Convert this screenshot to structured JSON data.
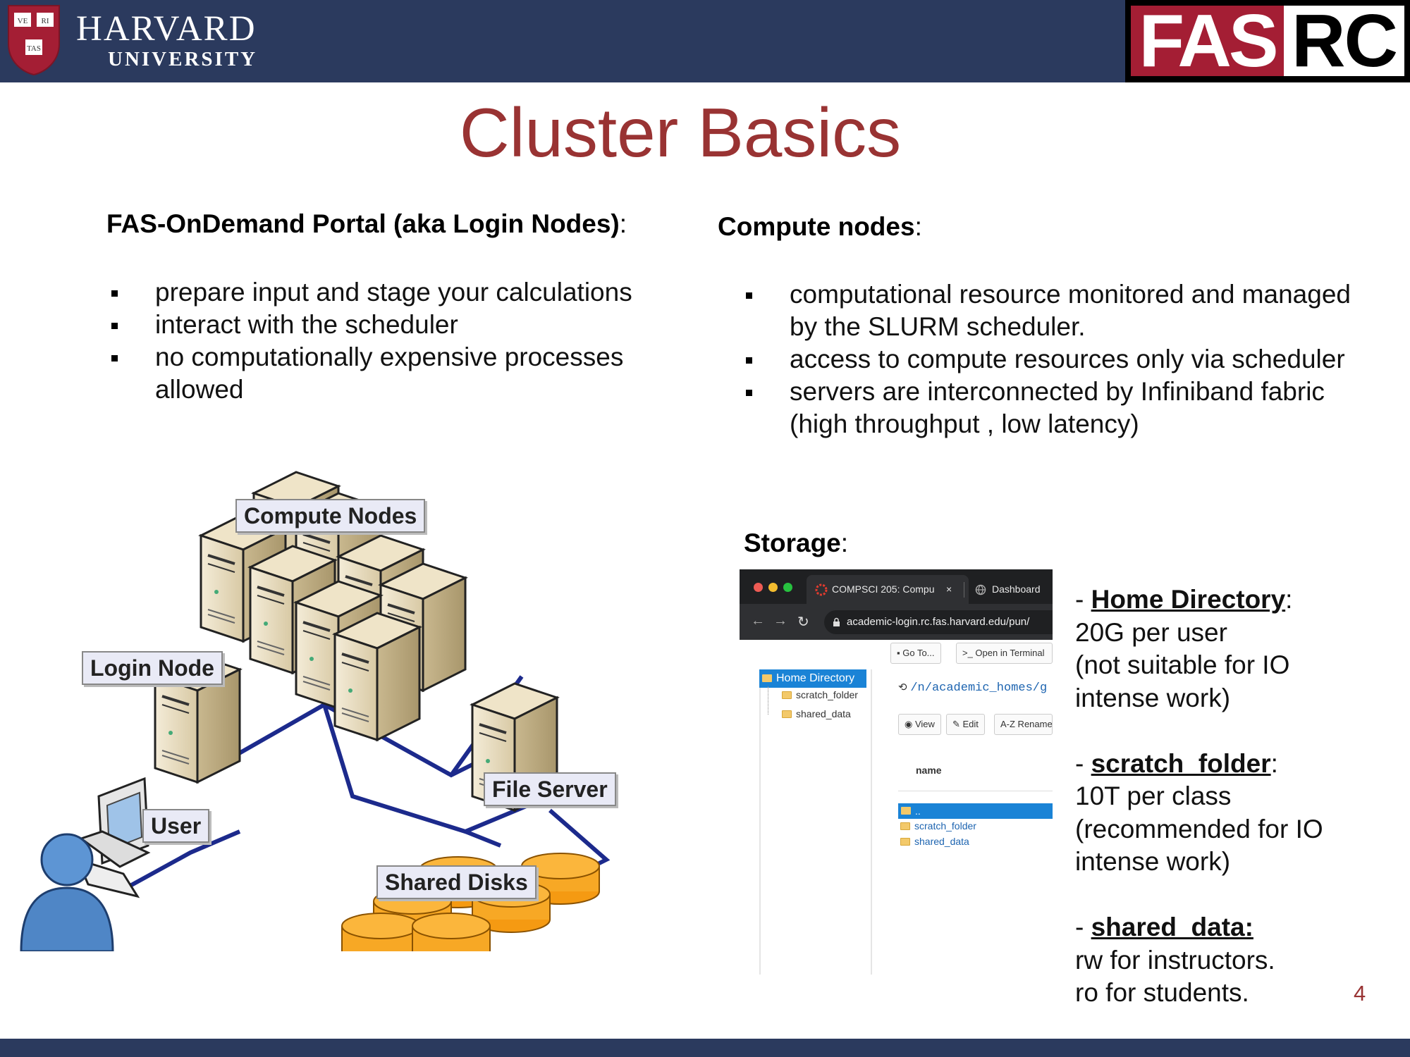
{
  "header": {
    "org_name": "HARVARD",
    "org_sub": "UNIVERSITY",
    "shield_text": [
      "VE",
      "RI",
      "TAS"
    ],
    "logo_left": "FAS",
    "logo_right": "RC",
    "colors": {
      "navy": "#2b3a5e",
      "crimson": "#a41e34",
      "title_red": "#993333"
    }
  },
  "title": "Cluster Basics",
  "left_section": {
    "heading_bold": "FAS-OnDemand Portal (aka Login Nodes)",
    "heading_suffix": ":",
    "bullets": [
      "prepare input and stage your calculations",
      "interact with the scheduler",
      "no computationally expensive processes allowed"
    ]
  },
  "compute_section": {
    "heading_bold": "Compute nodes",
    "heading_suffix": ":",
    "bullets": [
      "computational resource monitored and managed by the SLURM scheduler.",
      "access to compute resources only via scheduler",
      "servers are interconnected by Infiniband fabric (high throughput , low latency)"
    ]
  },
  "storage_section": {
    "heading_bold": "Storage",
    "heading_suffix": ":",
    "items": [
      {
        "prefix": "- ",
        "term": "Home Directory",
        "suffix": ":",
        "lines": [
          "20G per user",
          "(not suitable for IO",
          "intense work)"
        ]
      },
      {
        "prefix": "- ",
        "term": "scratch_folder",
        "suffix": ":",
        "lines": [
          "10T per class",
          "(recommended for IO",
          "intense work)"
        ]
      },
      {
        "prefix": "- ",
        "term": "shared_data:",
        "suffix": "",
        "lines": [
          "rw for instructors.",
          "ro for students."
        ]
      }
    ]
  },
  "browser": {
    "tab_active": "COMPSCI 205: Compu",
    "tab_close": "×",
    "tab_other": "Dashboard",
    "url": "academic-login.rc.fas.harvard.edu/pun/",
    "goto_label": "Go To...",
    "terminal_label": ">_ Open in Terminal",
    "tree_root": "Home Directory",
    "tree_items": [
      "scratch_folder",
      "shared_data"
    ],
    "path": "/n/academic_homes/g",
    "view_label": "View",
    "edit_label": "Edit",
    "rename_label": "A-Z Rename",
    "column_name": "name",
    "list_items": [
      "..",
      "scratch_folder",
      "shared_data"
    ]
  },
  "diagram": {
    "labels": {
      "compute_nodes": "Compute Nodes",
      "login_node": "Login Node",
      "user": "User",
      "file_server": "File Server",
      "shared_disks": "Shared Disks"
    },
    "colors": {
      "server": "#e8dcc0",
      "disk": "#f5a020",
      "link": "#1c2a8c"
    }
  },
  "page_number": "4"
}
